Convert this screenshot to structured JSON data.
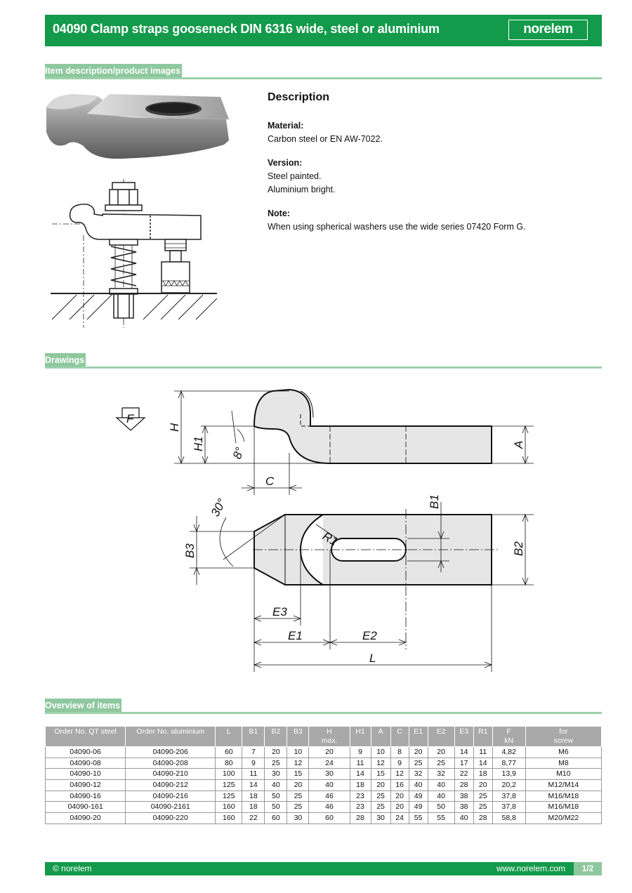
{
  "header": {
    "title": "04090 Clamp straps gooseneck DIN 6316 wide, steel or aluminium",
    "logo": "norelem"
  },
  "sections": {
    "item_description": "Item description/product images",
    "drawings": "Drawings",
    "overview": "Overview of items"
  },
  "description": {
    "title": "Description",
    "material_head": "Material:",
    "material_text": "Carbon steel or EN AW-7022.",
    "version_head": "Version:",
    "version_line1": "Steel painted.",
    "version_line2": "Aluminium bright.",
    "note_head": "Note:",
    "note_text": "When using spherical washers use the wide series 07420 Form G."
  },
  "drawing_labels": {
    "F": "F",
    "H": "H",
    "H1": "H1",
    "A": "A",
    "angle8": "8°",
    "C": "C",
    "B1": "B1",
    "B2": "B2",
    "B3": "B3",
    "R1": "R1",
    "angle30": "30°",
    "E3": "E3",
    "E1": "E1",
    "E2": "E2",
    "L": "L"
  },
  "table": {
    "headers": [
      [
        "Order No. QT steel",
        ""
      ],
      [
        "Order No. aluminium",
        ""
      ],
      [
        "L",
        ""
      ],
      [
        "B1",
        ""
      ],
      [
        "B2",
        ""
      ],
      [
        "B3",
        ""
      ],
      [
        "H",
        "max."
      ],
      [
        "H1",
        ""
      ],
      [
        "A",
        ""
      ],
      [
        "C",
        ""
      ],
      [
        "E1",
        ""
      ],
      [
        "E2",
        ""
      ],
      [
        "E3",
        ""
      ],
      [
        "R1",
        ""
      ],
      [
        "F",
        "kN"
      ],
      [
        "for",
        "screw"
      ]
    ],
    "rows": [
      [
        "04090-06",
        "04090-206",
        "60",
        "7",
        "20",
        "10",
        "20",
        "9",
        "10",
        "8",
        "20",
        "20",
        "14",
        "11",
        "4,82",
        "M6"
      ],
      [
        "04090-08",
        "04090-208",
        "80",
        "9",
        "25",
        "12",
        "24",
        "11",
        "12",
        "9",
        "25",
        "25",
        "17",
        "14",
        "8,77",
        "M8"
      ],
      [
        "04090-10",
        "04090-210",
        "100",
        "11",
        "30",
        "15",
        "30",
        "14",
        "15",
        "12",
        "32",
        "32",
        "22",
        "18",
        "13,9",
        "M10"
      ],
      [
        "04090-12",
        "04090-212",
        "125",
        "14",
        "40",
        "20",
        "40",
        "18",
        "20",
        "16",
        "40",
        "40",
        "28",
        "20",
        "20,2",
        "M12/M14"
      ],
      [
        "04090-16",
        "04090-216",
        "125",
        "18",
        "50",
        "25",
        "46",
        "23",
        "25",
        "20",
        "49",
        "40",
        "38",
        "25",
        "37,8",
        "M16/M18"
      ],
      [
        "04090-161",
        "04090-2161",
        "160",
        "18",
        "50",
        "25",
        "46",
        "23",
        "25",
        "20",
        "49",
        "50",
        "38",
        "25",
        "37,8",
        "M16/M18"
      ],
      [
        "04090-20",
        "04090-220",
        "160",
        "22",
        "60",
        "30",
        "60",
        "28",
        "30",
        "24",
        "55",
        "55",
        "40",
        "28",
        "58,8",
        "M20/M22"
      ]
    ]
  },
  "footer": {
    "copyright": "© norelem",
    "url": "www.norelem.com",
    "page": "1/2"
  }
}
